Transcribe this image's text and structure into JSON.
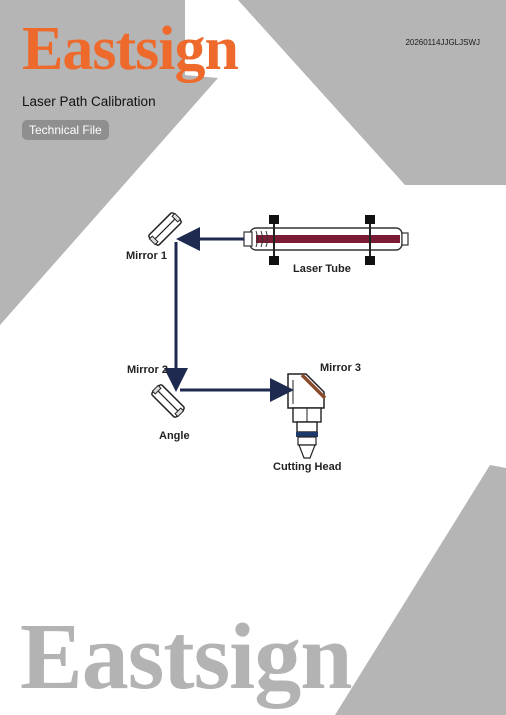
{
  "header": {
    "brand": "Eastsign",
    "document_code": "20260114JJGLJSWJ",
    "title": "Laser Path Calibration",
    "badge": "Technical File"
  },
  "diagram": {
    "labels": {
      "mirror1": "Mirror 1",
      "laser_tube": "Laser Tube",
      "mirror2": "Mirror 2",
      "angle": "Angle",
      "mirror3": "Mirror 3",
      "cutting_head": "Cutting Head"
    },
    "colors": {
      "beam": "#1e2a4f",
      "tube_core": "#7a1b35"
    }
  },
  "footer": {
    "brand": "Eastsign"
  },
  "colors": {
    "brand_orange": "#ee6a2c",
    "panel_gray": "#b5b5b5",
    "footer_brand_gray": "#b3b3b3",
    "badge_gray": "#8f8f8f"
  }
}
